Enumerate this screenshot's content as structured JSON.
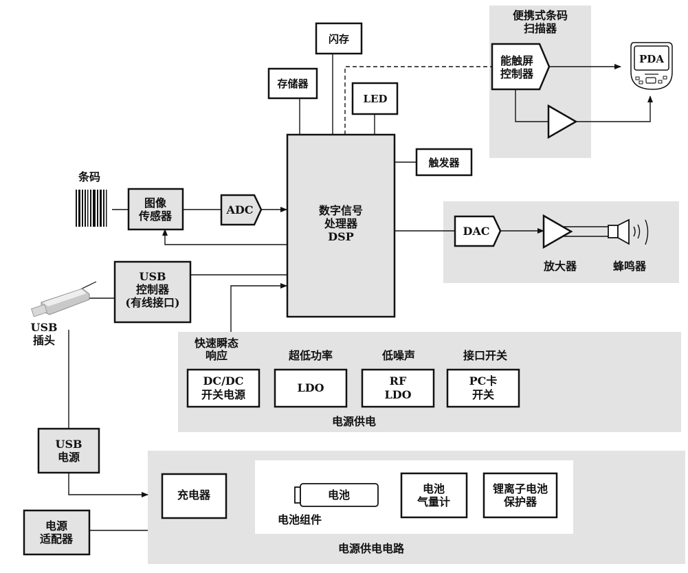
{
  "diagram": {
    "type": "block-diagram",
    "groups": {
      "scanner": {
        "title_line1": "便携式条码",
        "title_line2": "扫描器"
      },
      "audio": {
        "amp_label": "放大器",
        "buzzer_label": "蜂鸣器"
      },
      "power_supply": {
        "title": "电源供电"
      },
      "power_circuit": {
        "title": "电源供电电路"
      }
    },
    "blocks": {
      "flash": "闪存",
      "memory": "存储器",
      "led": "LED",
      "trigger": "触发器",
      "dsp": {
        "line1": "数字信号",
        "line2": "处理器",
        "line3": "DSP"
      },
      "barcode": "条码",
      "image_sensor": {
        "line1": "图像",
        "line2": "传感器"
      },
      "adc": "ADC",
      "dac": "DAC",
      "touch_ctrl": {
        "line1": "能触屏",
        "line2": "控制器"
      },
      "pda": "PDA",
      "usb_ctrl": {
        "line1": "USB",
        "line2": "控制器",
        "line3": "(有线接口)"
      },
      "usb_plug": {
        "line1": "USB",
        "line2": "插头"
      },
      "usb_power": {
        "line1": "USB",
        "line2": "电源"
      },
      "power_adapter": {
        "line1": "电源",
        "line2": "适配器"
      },
      "charger": "充电器",
      "battery": "电池",
      "battery_pack": "电池组件",
      "fuel_gauge": {
        "line1": "电池",
        "line2": "气量计"
      },
      "li_protector": {
        "line1": "锂离子电池",
        "line2": "保护器"
      }
    },
    "power_items": [
      {
        "caption_line1": "快速瞬态",
        "caption_line2": "响应",
        "box_line1": "DC/DC",
        "box_line2": "开关电源"
      },
      {
        "caption_line1": "超低功率",
        "caption_line2": "",
        "box_line1": "LDO",
        "box_line2": ""
      },
      {
        "caption_line1": "低噪声",
        "caption_line2": "",
        "box_line1": "RF",
        "box_line2": "LDO"
      },
      {
        "caption_line1": "接口开关",
        "caption_line2": "",
        "box_line1": "PC卡",
        "box_line2": "开关"
      }
    ],
    "connections": [
      {
        "from": "barcode",
        "to": "image_sensor"
      },
      {
        "from": "image_sensor",
        "to": "adc"
      },
      {
        "from": "adc",
        "to": "dsp",
        "arrow": true
      },
      {
        "from": "dsp",
        "to": "image_sensor",
        "arrow": true
      },
      {
        "from": "usb_ctrl",
        "to": "dsp"
      },
      {
        "from": "power_supply",
        "to": "dsp",
        "arrow": true
      },
      {
        "from": "memory",
        "to": "dsp"
      },
      {
        "from": "flash",
        "to": "dsp"
      },
      {
        "from": "led",
        "to": "dsp"
      },
      {
        "from": "dsp",
        "to": "touch_ctrl",
        "style": "dashed"
      },
      {
        "from": "trigger",
        "to": "dsp"
      },
      {
        "from": "dsp",
        "to": "dac"
      },
      {
        "from": "dac",
        "to": "amplifier",
        "arrow": true
      },
      {
        "from": "amplifier",
        "to": "buzzer"
      },
      {
        "from": "touch_ctrl",
        "to": "pda",
        "arrow": true
      },
      {
        "from": "touch_ctrl",
        "to": "scanner_amp"
      },
      {
        "from": "scanner_amp",
        "to": "pda",
        "arrow": true
      },
      {
        "from": "usb_plug",
        "to": "usb_ctrl"
      },
      {
        "from": "usb_plug",
        "to": "usb_power"
      },
      {
        "from": "usb_power",
        "to": "charger",
        "arrow": true
      },
      {
        "from": "power_adapter",
        "to": "power_circuit"
      }
    ]
  }
}
